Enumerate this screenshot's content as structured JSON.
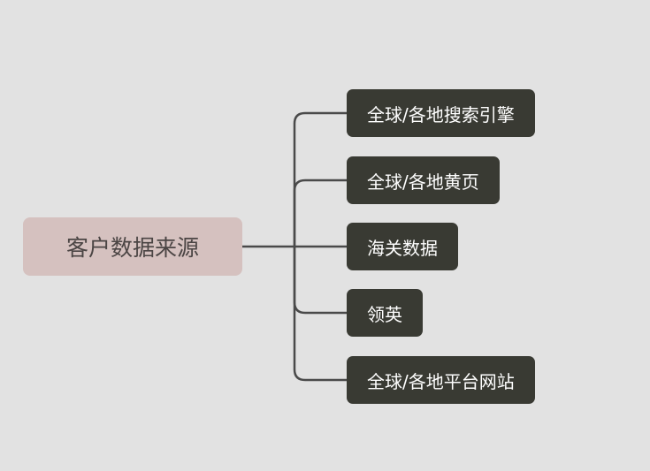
{
  "colors": {
    "background": "#e2e2e2",
    "root_fill": "#d5c1bf",
    "root_text": "#4b4544",
    "node_fill": "#393a33",
    "node_text": "#ffffff",
    "connector": "#4a4a4a"
  },
  "mindmap": {
    "root": {
      "label": "客户数据来源"
    },
    "children": [
      {
        "label": "全球/各地搜索引擎"
      },
      {
        "label": "全球/各地黄页"
      },
      {
        "label": "海关数据"
      },
      {
        "label": "领英"
      },
      {
        "label": "全球/各地平台网站"
      }
    ]
  }
}
